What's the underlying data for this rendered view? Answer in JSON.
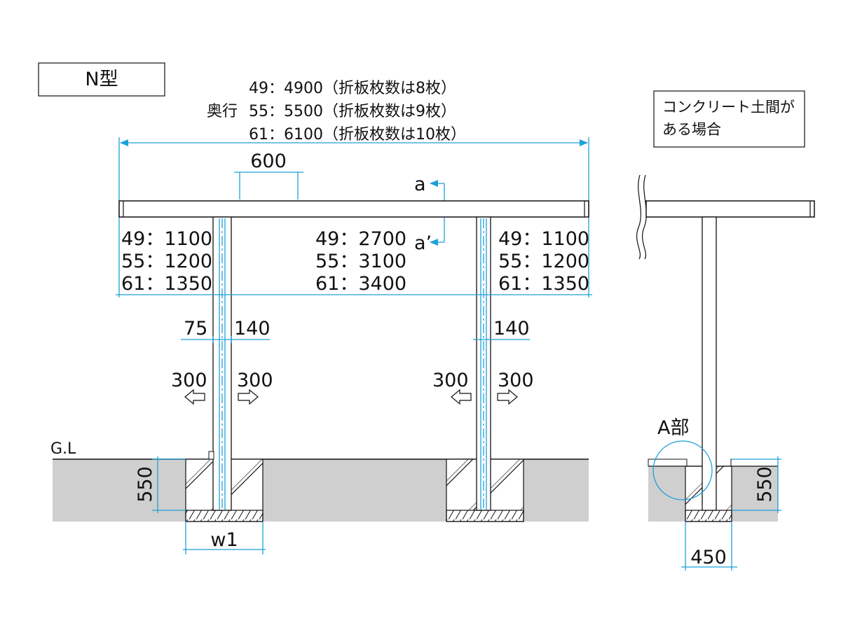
{
  "type_label": "N型",
  "depth": {
    "prefix": "奥行",
    "lines": [
      "49：4900（折板枚数は8枚）",
      "55：5500（折板枚数は9枚）",
      "61：6100（折板枚数は10枚）"
    ]
  },
  "note_box": {
    "line1": "コンクリート土間が",
    "line2": "ある場合"
  },
  "dims": {
    "d600": "600",
    "arrow_a": "a",
    "arrow_a_prime": "a’",
    "left_span": [
      "49：1100",
      "55：1200",
      "61：1350"
    ],
    "mid_span": [
      "49：2700",
      "55：3100",
      "61：3400"
    ],
    "right_span": [
      "49：1100",
      "55：1200",
      "61：1350"
    ],
    "d75": "75",
    "d140_left": "140",
    "d140_right": "140",
    "d300_1": "300",
    "d300_2": "300",
    "d300_3": "300",
    "d300_4": "300",
    "gl": "G.L",
    "d550_left": "550",
    "w1": "w1",
    "a_part": "A部",
    "d550_right": "550",
    "d450": "450"
  },
  "colors": {
    "ground": "#cfcfcf",
    "dimension": "#1ea0d8",
    "line": "#111111"
  }
}
